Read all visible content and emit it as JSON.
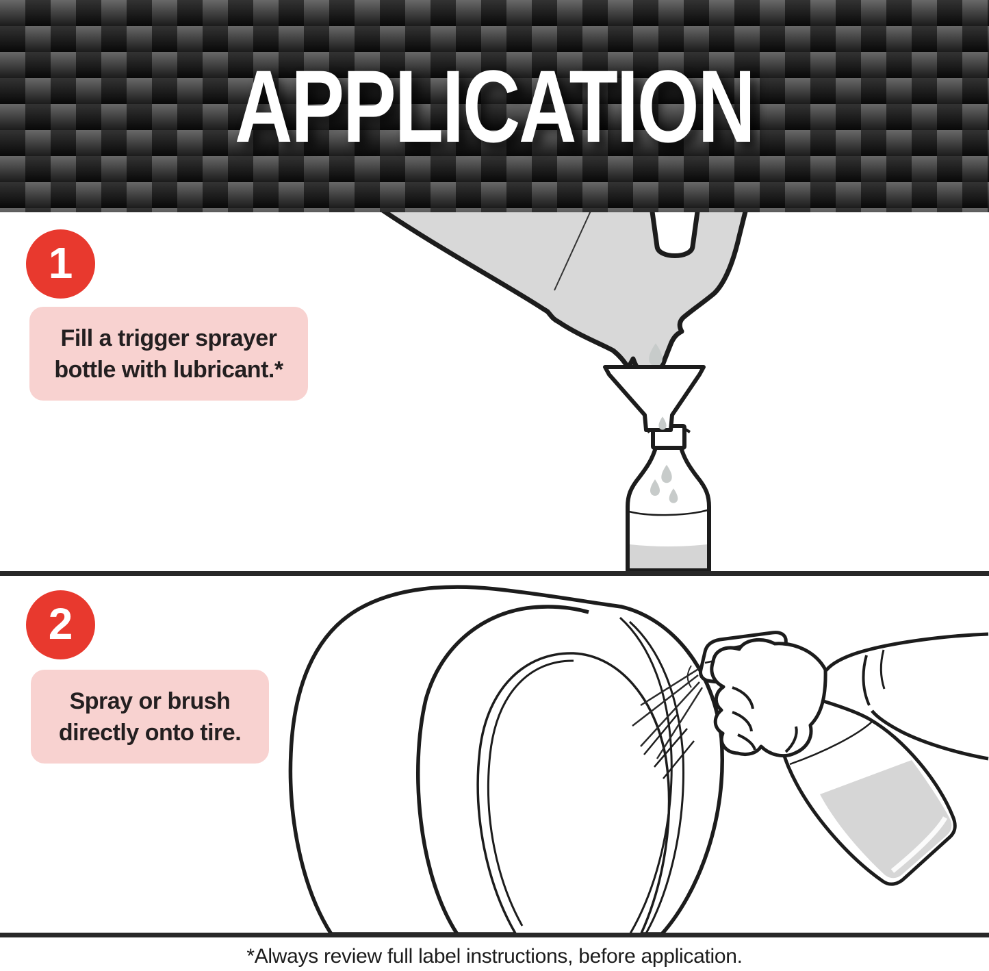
{
  "banner": {
    "title": "APPLICATION",
    "texture": "carbon-fiber-weave",
    "text_color": "#ffffff"
  },
  "steps": [
    {
      "number": "1",
      "caption_line1": "Fill a trigger sprayer",
      "caption_line2": "bottle with lubricant.*",
      "illustration": "jug-pouring-into-funnel-on-spray-bottle"
    },
    {
      "number": "2",
      "caption_line1": "Spray or brush",
      "caption_line2": "directly onto tire.",
      "illustration": "gloved-hand-spraying-trigger-bottle-onto-tire"
    }
  ],
  "footer": {
    "note": "*Always review full label instructions, before application."
  },
  "colors": {
    "accent_red": "#e8392e",
    "callout_pink": "#f8d2d0",
    "ink": "#1c1c1c",
    "illustration_gray": "#d8d8d8",
    "droplet_gray": "#c7cbca",
    "divider": "#282828"
  }
}
